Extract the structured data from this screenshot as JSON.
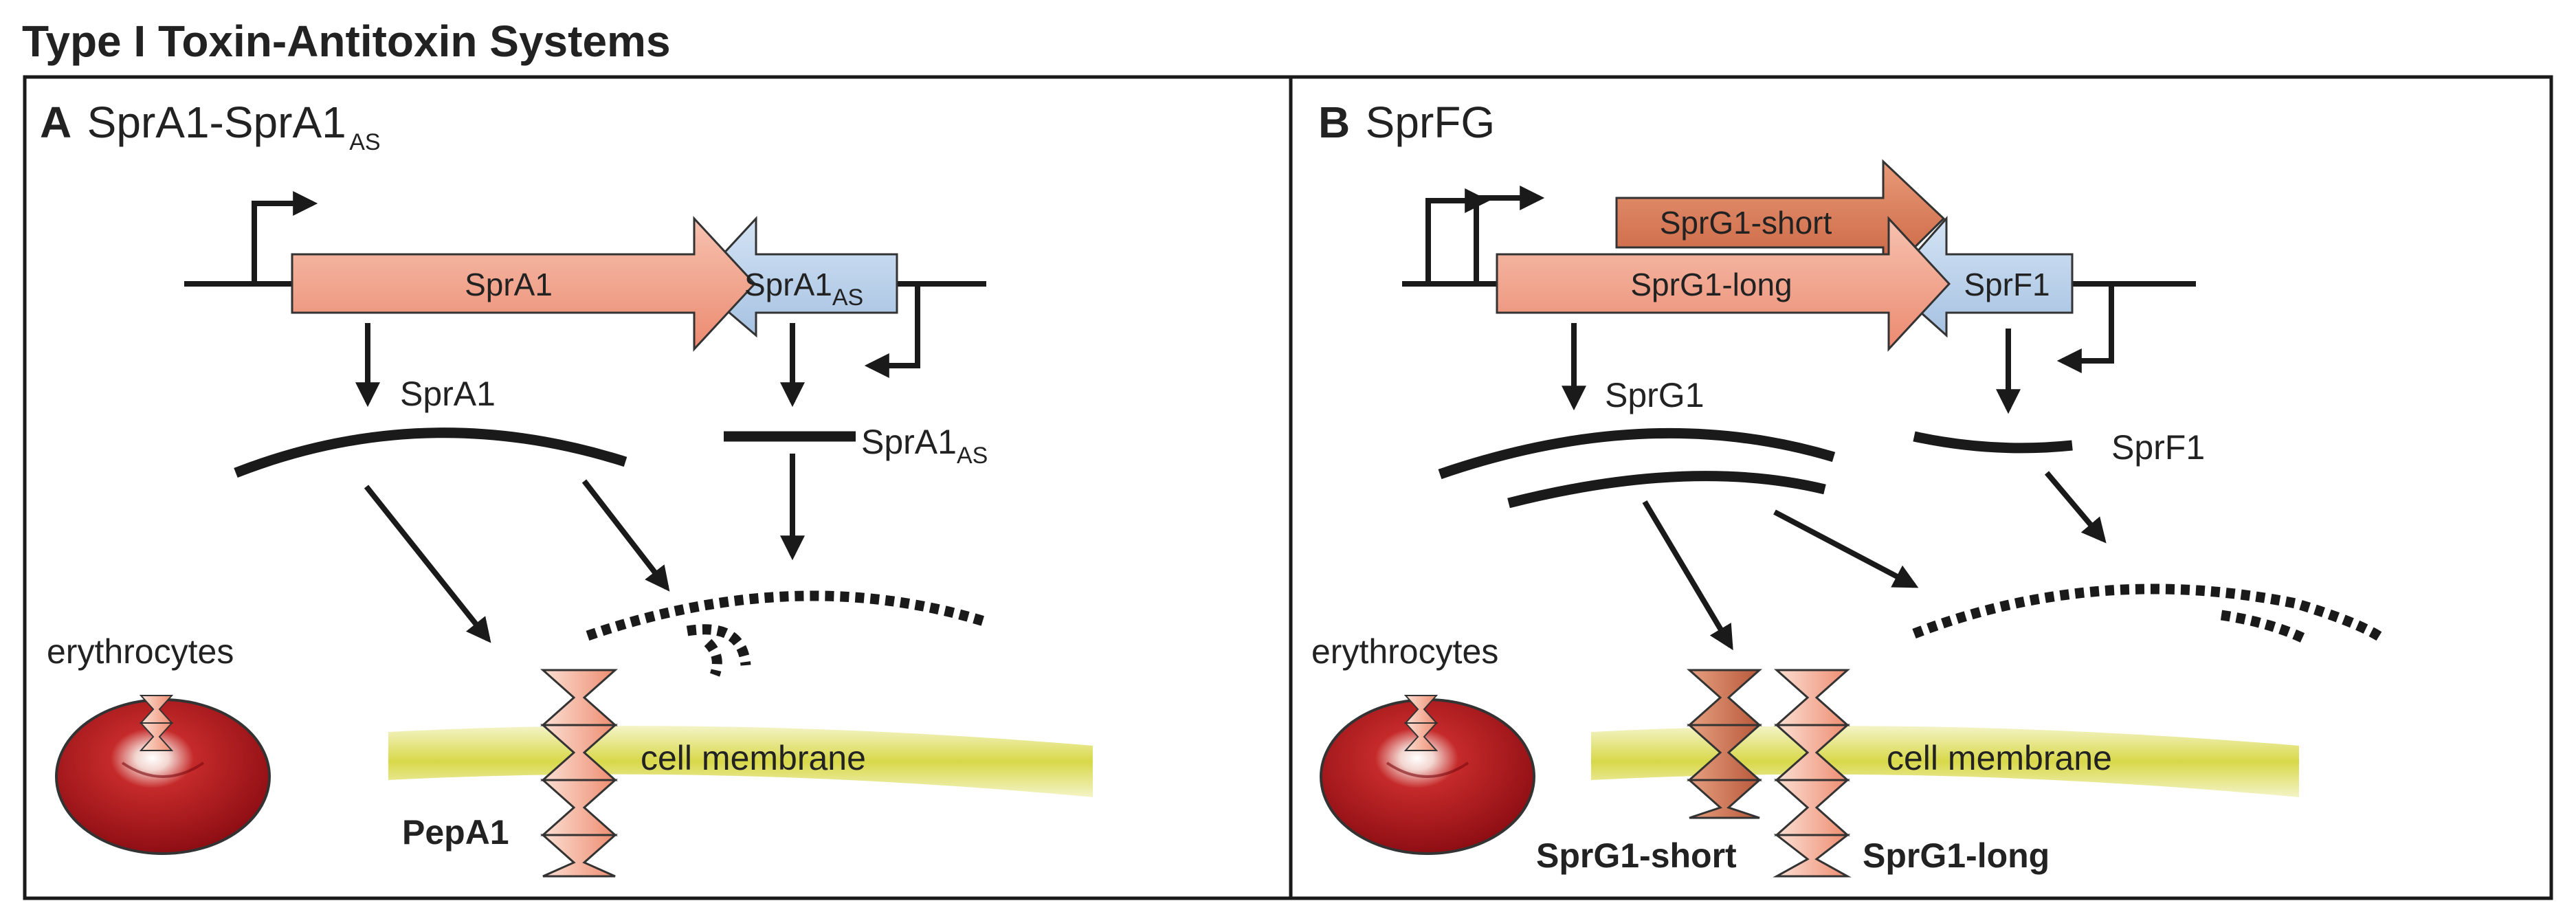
{
  "title": "Type I Toxin-Antitoxin Systems",
  "colors": {
    "toxin_gene": "#f0a088",
    "antitoxin_gene": "#b8d0ea",
    "erythrocyte": "#b5141c",
    "membrane": "#dcdc5a",
    "frame": "#1a1a1a"
  },
  "panel_a": {
    "letter": "A",
    "name": "SprA1-SprA1",
    "name_sub": "AS",
    "gene_toxin": "SprA1",
    "gene_antitoxin": "SprA1",
    "gene_antitoxin_sub": "AS",
    "rna_toxin": "SprA1",
    "rna_antitoxin": "SprA1",
    "rna_antitoxin_sub": "AS",
    "cell_label": "erythrocytes",
    "membrane_label": "cell membrane",
    "protein_label": "PepA1"
  },
  "panel_b": {
    "letter": "B",
    "name": "SprFG",
    "gene_short": "SprG1-short",
    "gene_long": "SprG1-long",
    "gene_antitoxin": "SprF1",
    "rna_toxin": "SprG1",
    "rna_antitoxin": "SprF1",
    "cell_label": "erythrocytes",
    "membrane_label": "cell membrane",
    "protein_short_label": "SprG1-short",
    "protein_long_label": "SprG1-long"
  }
}
